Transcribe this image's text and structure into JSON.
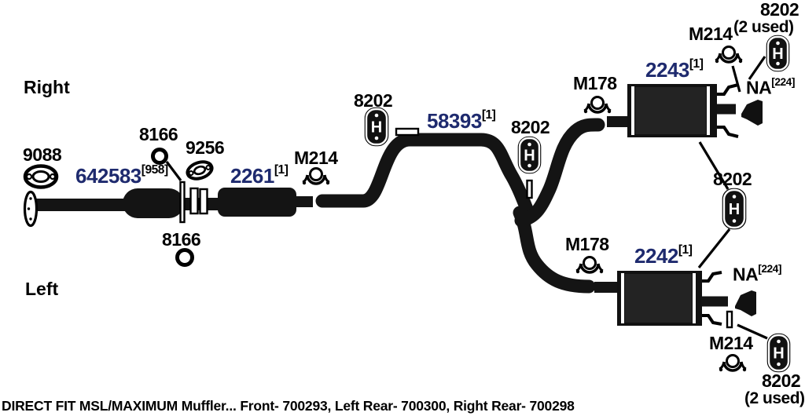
{
  "diagram": {
    "orientation_top": "Right",
    "orientation_bottom": "Left",
    "caption": "DIRECT FIT MSL/MAXIMUM Muffler... Front- 700293, Left Rear- 700300, Right Rear- 700298",
    "quantity_note": "(2 used)"
  },
  "colors": {
    "part_number_blue": "#1e2a6e",
    "ink": "#000000",
    "pipe_black": "#141414",
    "background": "#ffffff"
  },
  "icons": {
    "hanger_letter": "H"
  },
  "parts": {
    "flange_gasket_9088": {
      "label": "9088"
    },
    "front_pipe_642583": {
      "label": "642583",
      "sup": "[958]"
    },
    "oring_8166": {
      "label": "8166"
    },
    "gasket_9256": {
      "label": "9256"
    },
    "resonator_2261": {
      "label": "2261",
      "sup": "[1]"
    },
    "clamp_m214": {
      "label": "M214"
    },
    "hanger_8202": {
      "label": "8202"
    },
    "intermediate_pipe_58393": {
      "label": "58393",
      "sup": "[1]"
    },
    "clamp_m178": {
      "label": "M178"
    },
    "right_muffler_2243": {
      "label": "2243",
      "sup": "[1]"
    },
    "left_muffler_2242": {
      "label": "2242",
      "sup": "[1]"
    },
    "tailpipe_tip_na": {
      "label": "NA",
      "sup": "[224]"
    }
  }
}
